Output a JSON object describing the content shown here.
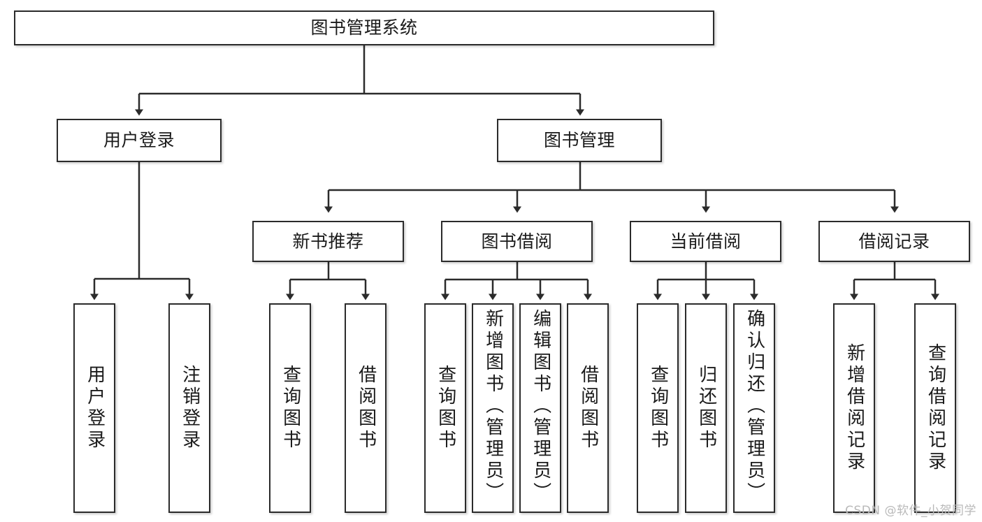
{
  "diagram": {
    "type": "tree-hierarchy-diagram",
    "title": "图书管理系统",
    "watermark": "CSDN @软件_小贺同学",
    "colors": {
      "border": "#2b2b2b",
      "fill": "#ffffff",
      "text": "#1a1a1a",
      "edge": "#2b2b2b",
      "watermark": "#b9b9b9"
    },
    "nodes": {
      "root": {
        "label": "图书管理系统"
      },
      "level2": [
        {
          "id": "user-login",
          "label": "用户登录"
        },
        {
          "id": "book-management",
          "label": "图书管理"
        }
      ],
      "level3": [
        {
          "id": "new-book-recommend",
          "label": "新书推荐"
        },
        {
          "id": "book-borrow",
          "label": "图书借阅"
        },
        {
          "id": "current-borrow",
          "label": "当前借阅"
        },
        {
          "id": "borrow-record",
          "label": "借阅记录"
        }
      ],
      "leaves": {
        "user_login": [
          {
            "id": "leaf-user-login",
            "label": "用户登录"
          },
          {
            "id": "leaf-logout-login",
            "label": "注销登录"
          }
        ],
        "new_book_recommend": [
          {
            "id": "leaf-query-book-1",
            "label": "查询图书"
          },
          {
            "id": "leaf-borrow-book-1",
            "label": "借阅图书"
          }
        ],
        "book_borrow": [
          {
            "id": "leaf-query-book-2",
            "label": "查询图书"
          },
          {
            "id": "leaf-add-book",
            "label": "新增图书（管理员）"
          },
          {
            "id": "leaf-edit-book",
            "label": "编辑图书（管理员）"
          },
          {
            "id": "leaf-borrow-book-2",
            "label": "借阅图书"
          }
        ],
        "current_borrow": [
          {
            "id": "leaf-query-book-3",
            "label": "查询图书"
          },
          {
            "id": "leaf-return-book",
            "label": "归还图书"
          },
          {
            "id": "leaf-confirm-return",
            "label": "确认归还（管理员）"
          }
        ],
        "borrow_record": [
          {
            "id": "leaf-add-record",
            "label": "新增借阅记录"
          },
          {
            "id": "leaf-query-record",
            "label": "查询借阅记录"
          }
        ]
      }
    }
  }
}
